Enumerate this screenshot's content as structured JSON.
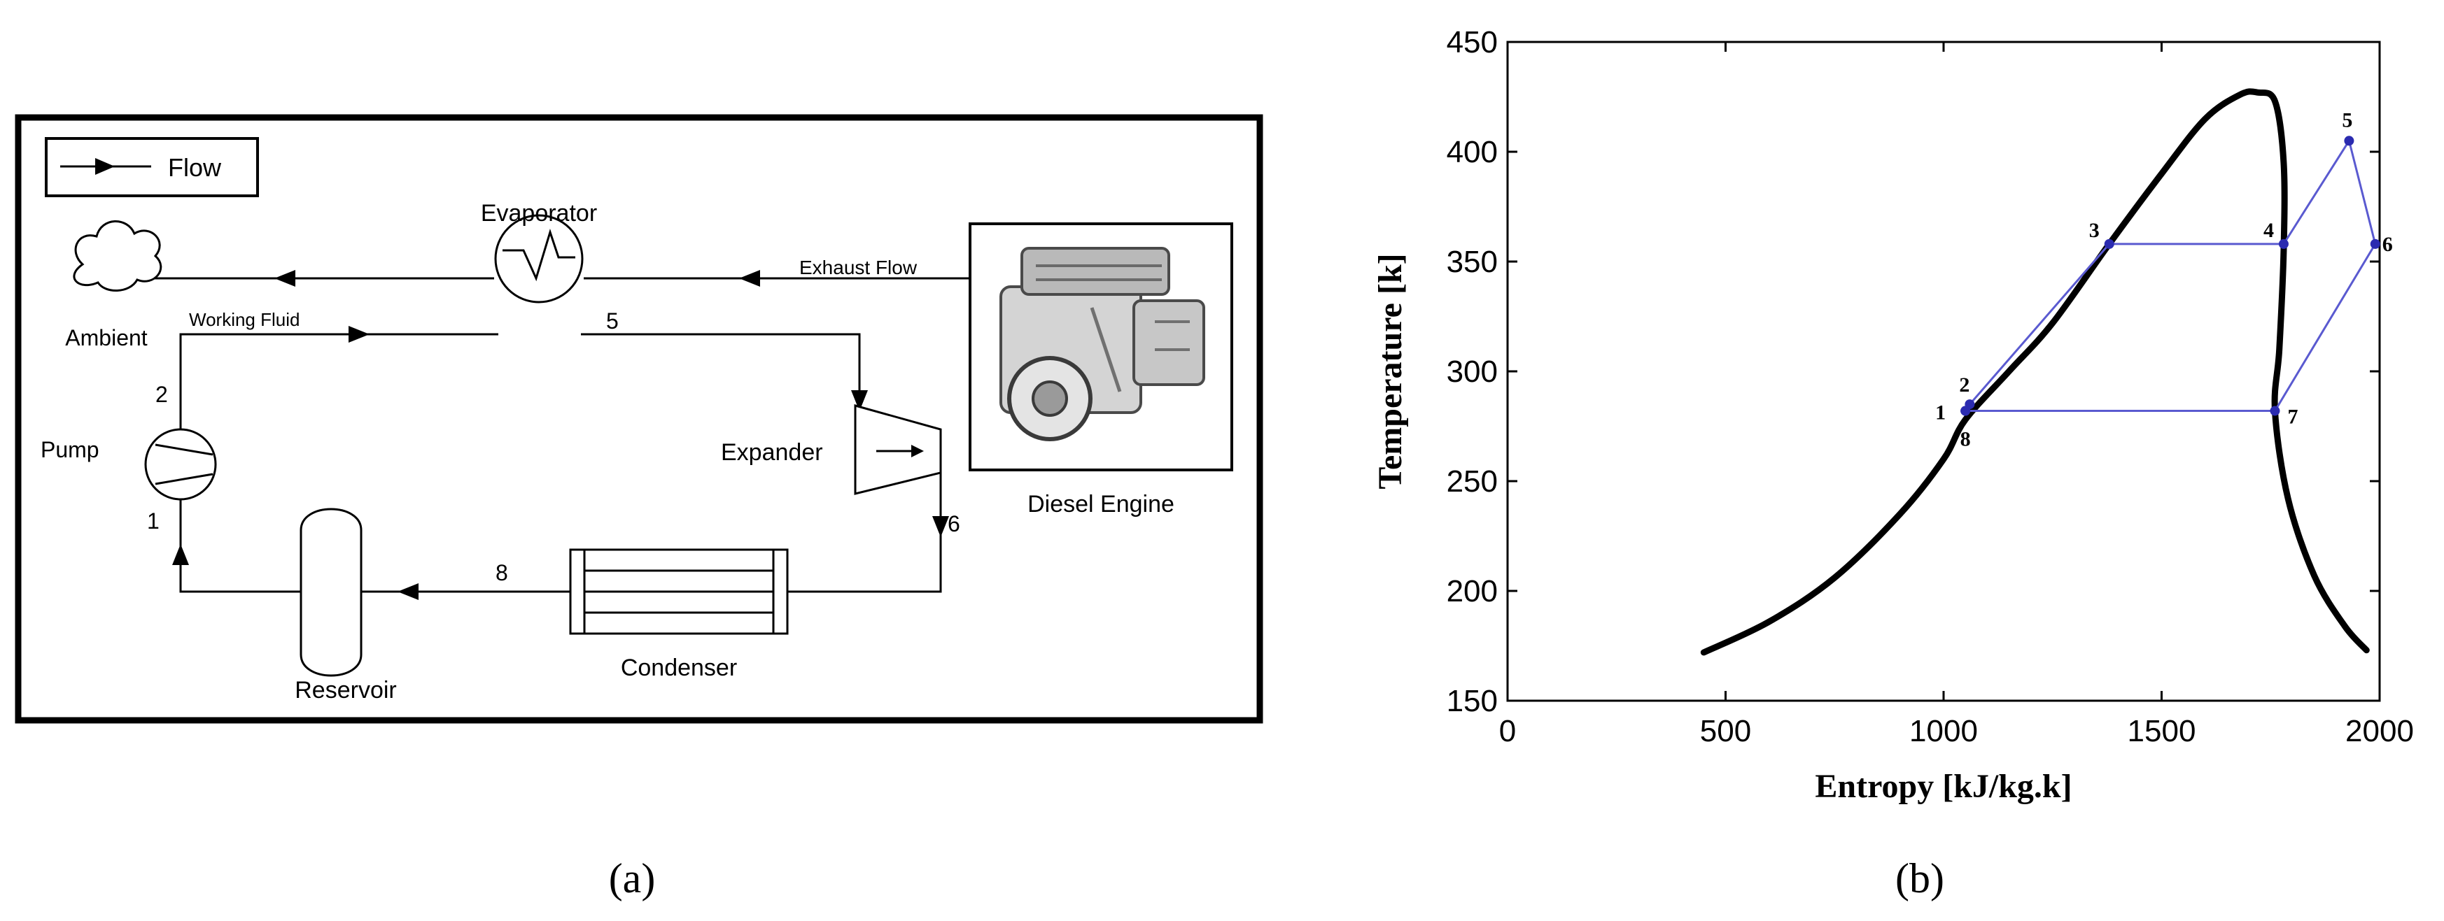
{
  "diagram": {
    "legend": {
      "flow": "Flow"
    },
    "labels": {
      "evaporator": "Evaporator",
      "exhaust_flow": "Exhaust Flow",
      "ambient": "Ambient",
      "working_fluid": "Working Fluid",
      "pump": "Pump",
      "expander": "Expander",
      "diesel_engine": "Diesel Engine",
      "condenser": "Condenser",
      "reservoir": "Reservoir"
    },
    "state_numbers": {
      "s1": "1",
      "s2": "2",
      "s5": "5",
      "s6": "6",
      "s8": "8"
    },
    "caption": "(a)"
  },
  "chart_data": {
    "type": "line",
    "caption": "(b)",
    "xlabel": "Entropy [kJ/kg.k]",
    "ylabel": "Temperature [k]",
    "xlim": [
      0,
      2000
    ],
    "ylim": [
      150,
      450
    ],
    "xticks": [
      0,
      500,
      1000,
      1500,
      2000
    ],
    "yticks": [
      150,
      200,
      250,
      300,
      350,
      400,
      450
    ],
    "saturation_dome": {
      "x": [
        450,
        600,
        750,
        900,
        1000,
        1050,
        1150,
        1250,
        1380,
        1500,
        1600,
        1680,
        1720,
        1760,
        1780,
        1780,
        1770,
        1760,
        1790,
        1850,
        1920,
        1970
      ],
      "y": [
        172,
        186,
        206,
        235,
        260,
        278,
        300,
        322,
        358,
        390,
        415,
        426,
        427,
        423,
        395,
        355,
        310,
        282,
        242,
        207,
        184,
        173
      ]
    },
    "cycle_points": [
      {
        "label": "1",
        "x": 1050,
        "y": 282
      },
      {
        "label": "2",
        "x": 1060,
        "y": 285
      },
      {
        "label": "3",
        "x": 1380,
        "y": 358
      },
      {
        "label": "4",
        "x": 1780,
        "y": 358
      },
      {
        "label": "5",
        "x": 1930,
        "y": 405
      },
      {
        "label": "6",
        "x": 1990,
        "y": 358
      },
      {
        "label": "7",
        "x": 1760,
        "y": 282
      },
      {
        "label": "8",
        "x": 1050,
        "y": 282
      }
    ],
    "colors": {
      "dome": "#000000",
      "cycle": "#5a5ad0",
      "point": "#2b2bb0"
    }
  }
}
